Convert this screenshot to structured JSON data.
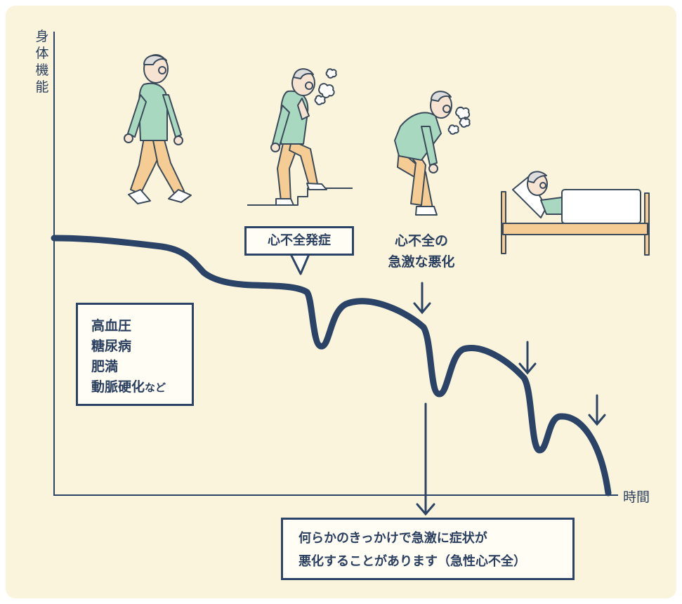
{
  "axes": {
    "y_label": "身体機能",
    "x_label": "時間"
  },
  "risk_factors": {
    "line1": "高血圧",
    "line2": "糖尿病",
    "line3": "肥満",
    "line4_main": "動脈硬化",
    "line4_suffix": "など"
  },
  "callouts": {
    "onset": "心不全発症",
    "worsening_line1": "心不全の",
    "worsening_line2": "急激な悪化",
    "bottom_line1": "何らかのきっかけで急激に症状が",
    "bottom_line2": "悪化することがあります（急性心不全）"
  },
  "colors": {
    "line": "#2a4366",
    "panel": "#fbf4dc",
    "shirt": "#a8d8bf",
    "pants": "#f5cd94"
  }
}
